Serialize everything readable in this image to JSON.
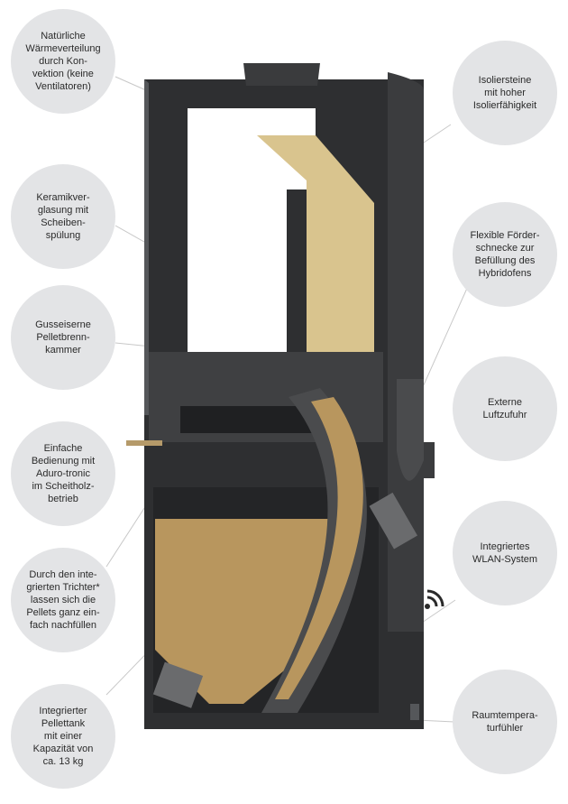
{
  "callouts_left": [
    {
      "text": "Natürliche\nWärmeverteilung\ndurch Kon-\nvektion (keine\nVentilatoren)"
    },
    {
      "text": "Keramikver-\nglasung mit\nScheiben-\nspülung"
    },
    {
      "text": "Gusseiserne\nPelletbrenn-\nkammer"
    },
    {
      "text": "Einfache\nBedienung mit\nAduro-tronic\nim Scheitholz-\nbetrieb"
    },
    {
      "text": "Durch den inte-\ngrierten Trichter*\nlassen sich die\nPellets ganz ein-\nfach nachfüllen"
    },
    {
      "text": "Integrierter\nPellettank\nmit einer\nKapazität von\nca. 13 kg"
    }
  ],
  "callouts_right": [
    {
      "text": "Isoliersteine\nmit hoher\nIsolierfähigkeit"
    },
    {
      "text": "Flexible Förder-\nschnecke zur\nBefüllung des\nHybridofens"
    },
    {
      "text": "Externe\nLuftzufuhr"
    },
    {
      "text": "Integriertes\nWLAN-System"
    },
    {
      "text": "Raumtempera-\nturfühler"
    }
  ],
  "colors": {
    "bubble": "#e3e4e6",
    "steel": "#2e2f31",
    "insulation": "#d9c48e",
    "pellets": "#b8965e",
    "leader": "#c8c8c8"
  }
}
